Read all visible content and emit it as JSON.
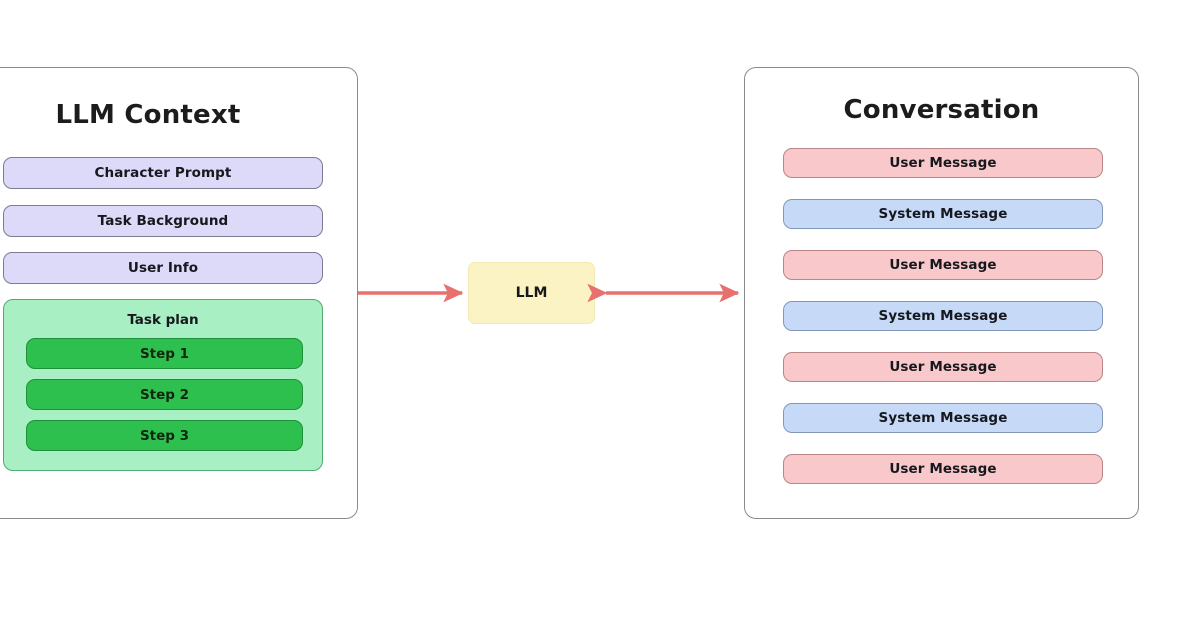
{
  "diagram": {
    "title_left": "LLM Context",
    "title_right": "Conversation",
    "center_node_label": "LLM",
    "context_items": [
      {
        "label": "Character Prompt"
      },
      {
        "label": "Task Background"
      },
      {
        "label": "User Info"
      }
    ],
    "task_plan": {
      "label": "Task plan",
      "steps": [
        {
          "label": "Step 1"
        },
        {
          "label": "Step 2"
        },
        {
          "label": "Step 3"
        }
      ]
    },
    "conversation_messages": [
      {
        "label": "User Message",
        "kind": "user"
      },
      {
        "label": "System Message",
        "kind": "system"
      },
      {
        "label": "User Message",
        "kind": "user"
      },
      {
        "label": "System Message",
        "kind": "system"
      },
      {
        "label": "User Message",
        "kind": "user"
      },
      {
        "label": "System Message",
        "kind": "system"
      },
      {
        "label": "User Message",
        "kind": "user"
      }
    ],
    "colors": {
      "background": "#ffffff",
      "panel_border": "#8a8a8a",
      "context_item_fill": "#ddd9f8",
      "context_item_border": "#7b7c93",
      "task_plan_fill": "#a9efc4",
      "task_plan_border": "#56a874",
      "step_fill": "#2ec04e",
      "step_border": "#1f8f3b",
      "user_message_fill": "#f8c8ca",
      "user_message_border": "#b98587",
      "system_message_fill": "#c6daf8",
      "system_message_border": "#8397b8",
      "llm_node_fill": "#fbf3c3",
      "llm_node_border": "#f2e9b4",
      "arrow": "#e8706e",
      "text": "#16181d"
    },
    "arrows": [
      {
        "name": "context-to-llm",
        "direction": "right",
        "from": "LLM Context",
        "to": "LLM"
      },
      {
        "name": "llm-to-conversation",
        "direction": "both",
        "from": "LLM",
        "to": "Conversation"
      }
    ]
  }
}
